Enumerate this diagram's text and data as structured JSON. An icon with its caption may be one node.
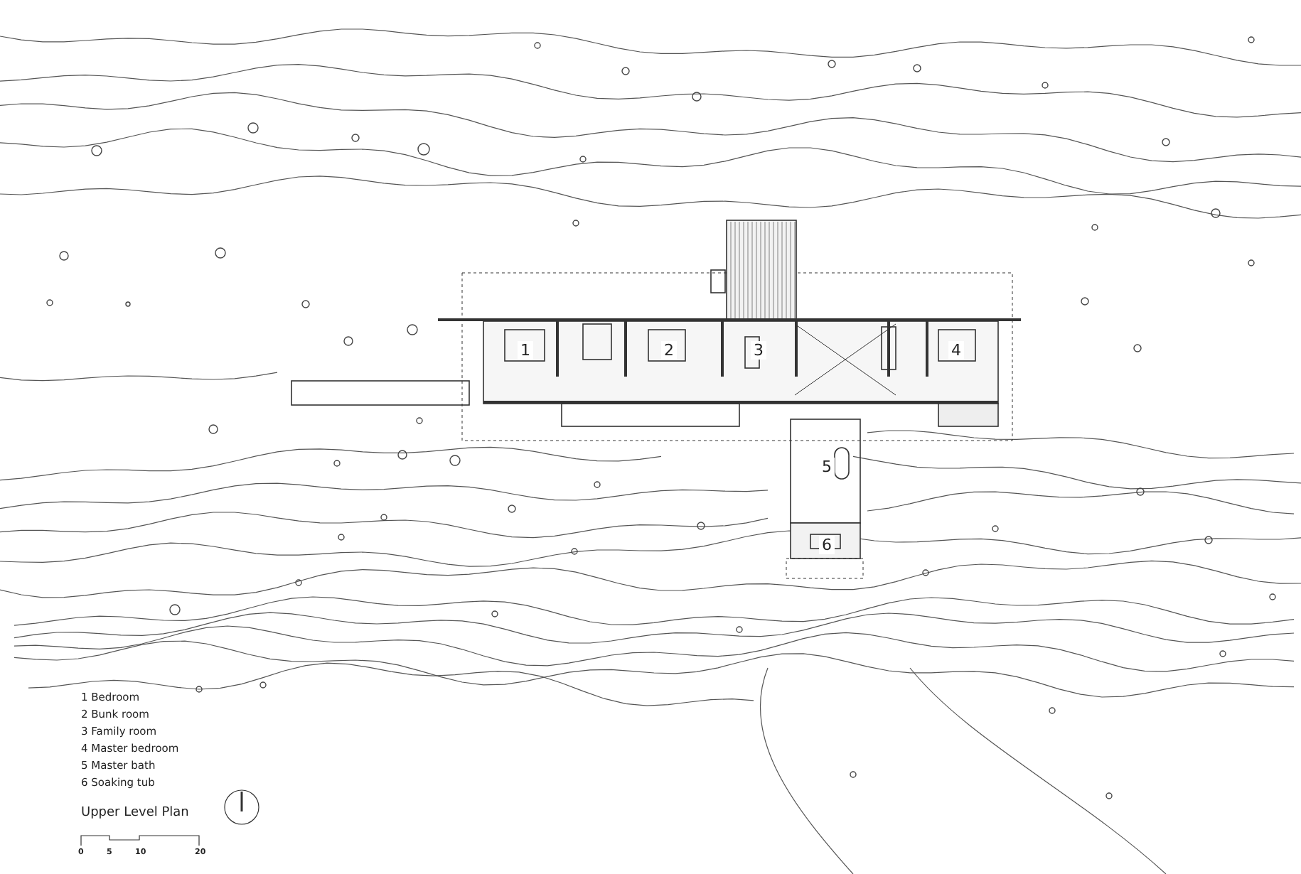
{
  "diagram": {
    "title": "Upper Level Plan",
    "labels": [
      "1",
      "2",
      "3",
      "4",
      "5",
      "6",
      "1 Bedroom",
      "2 Bunk room",
      "3 Family room",
      "4 Master bedroom",
      "5 Master bath",
      "6 Soaking tub",
      "0",
      "5",
      "10",
      "20"
    ]
  }
}
